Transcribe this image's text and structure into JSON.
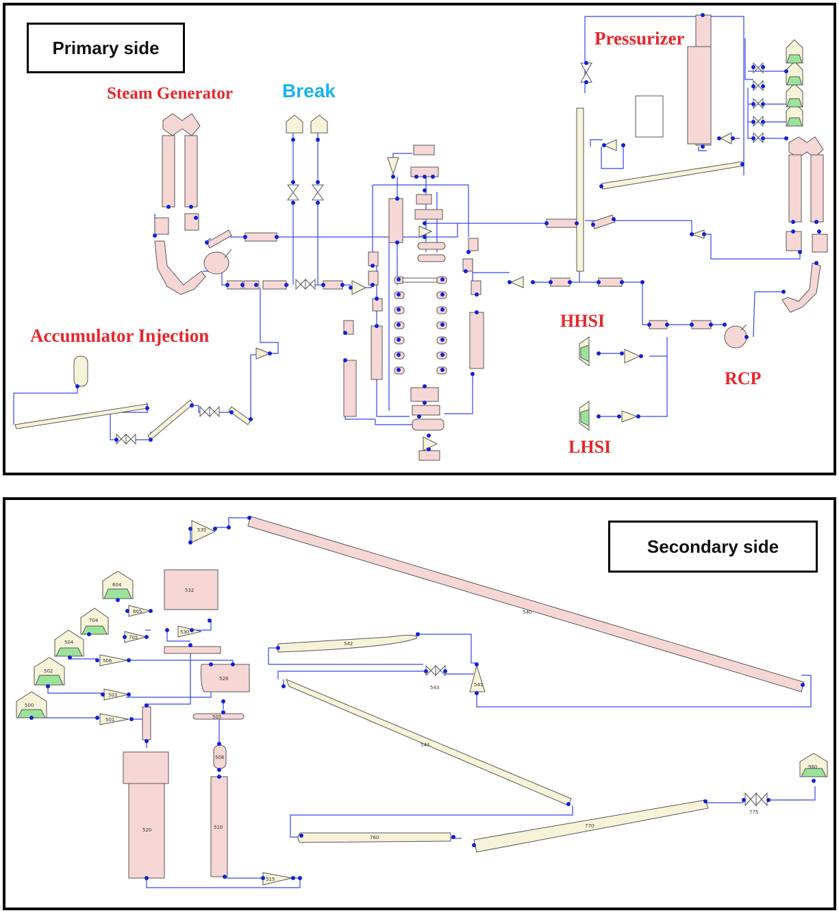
{
  "primary": {
    "title": "Primary side",
    "labels": {
      "steam_generator": "Steam Generator",
      "break": "Break",
      "pressurizer": "Pressurizer",
      "accumulator": "Accumulator Injection",
      "hhsi": "HHSI",
      "lhsi": "LHSI",
      "rcp": "RCP"
    },
    "label_colors": {
      "red": "#e8262a",
      "blue": "#19b3ec"
    }
  },
  "secondary": {
    "title": "Secondary side",
    "component_numbers": {
      "c535": "535",
      "c532": "532",
      "c530": "530",
      "c528": "528",
      "c505": "505",
      "c508": "508",
      "c510": "510",
      "c500": "500",
      "c501": "501",
      "c502": "502",
      "c503": "503",
      "c504": "504",
      "c506": "506",
      "c515": "515",
      "c520": "520",
      "c540": "540",
      "c541": "541",
      "c542": "542",
      "c543": "543",
      "c544": "544",
      "c604": "604",
      "c605": "605",
      "c704": "704",
      "c705": "705",
      "c760": "760",
      "c770": "770",
      "c775": "775",
      "c980": "980"
    }
  },
  "colors": {
    "pipe": "#3344ee",
    "junction": "#1020d8",
    "vol_pink": "#f6d7d6",
    "vol_cream": "#f7f3d8",
    "boundary_green": "#9be39b",
    "outline": "#555555"
  }
}
